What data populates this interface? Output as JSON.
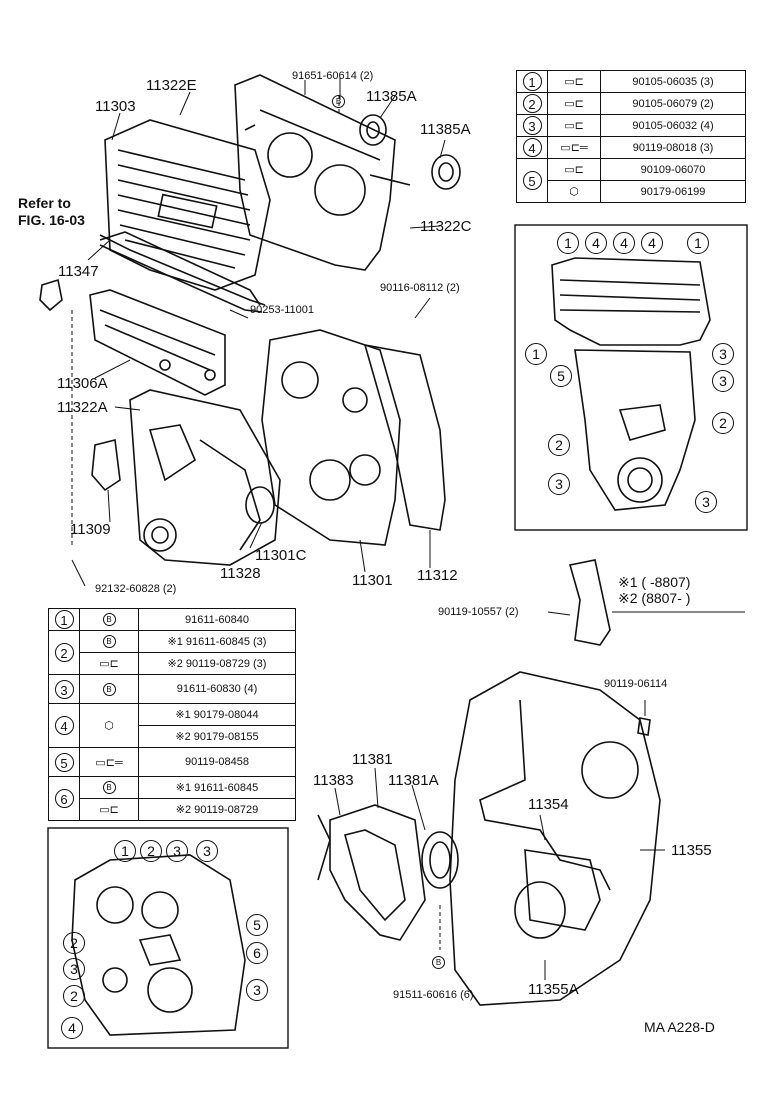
{
  "main_labels": {
    "p11322E": "11322E",
    "p11303": "11303",
    "p91651": "91651-60614 (2)",
    "p11385A_1": "11385A",
    "p11385A_2": "11385A",
    "p11322C": "11322C",
    "refer_line1": "Refer to",
    "refer_line2": "FIG. 16-03",
    "p11347": "11347",
    "p90253": "90253-11001",
    "p90116": "90116-08112 (2)",
    "p11306A": "11306A",
    "p11322A": "11322A",
    "p11309": "11309",
    "p11301C": "11301C",
    "p11328": "11328",
    "p11301": "11301",
    "p11312": "11312",
    "p92132": "92132-60828 (2)",
    "p90119_10557": "90119-10557 (2)",
    "p90119_06114": "90119-06114",
    "p11381": "11381",
    "p11383": "11383",
    "p11381A": "11381A",
    "p11354": "11354",
    "p11355": "11355",
    "p11355A": "11355A",
    "p91511": "91511-60616 (6)",
    "fig_code": "MA A228-D",
    "b_symbol": "B"
  },
  "note": {
    "line1": "※1 (      -8807)",
    "line2": "※2 (8807-      )"
  },
  "top_table": [
    {
      "num": "1",
      "part": "90105-06035 (3)"
    },
    {
      "num": "2",
      "part": "90105-06079 (2)"
    },
    {
      "num": "3",
      "part": "90105-06032 (4)"
    },
    {
      "num": "4",
      "part": "90119-08018 (3)"
    },
    {
      "num": "5",
      "part": "90109-06070"
    },
    {
      "num": "",
      "part": "90179-06199"
    }
  ],
  "left_table": [
    {
      "num": "1",
      "part": "91611-60840"
    },
    {
      "num": "2",
      "part": "※1 91611-60845 (3)"
    },
    {
      "num": "",
      "part": "※2 90119-08729 (3)"
    },
    {
      "num": "3",
      "part": "91611-60830 (4)"
    },
    {
      "num": "4",
      "part": "※1 90179-08044"
    },
    {
      "num": "",
      "part": "※2 90179-08155"
    },
    {
      "num": "5",
      "part": "90119-08458"
    },
    {
      "num": "6",
      "part": "※1 91611-60845"
    },
    {
      "num": "",
      "part": "※2 90119-08729"
    }
  ],
  "callouts_top": [
    "1",
    "4",
    "4",
    "4",
    "1",
    "1",
    "3",
    "5",
    "3",
    "2",
    "2",
    "3",
    "3"
  ],
  "callouts_bottom": [
    "1",
    "2",
    "3",
    "3",
    "5",
    "2",
    "6",
    "3",
    "3",
    "2",
    "4"
  ]
}
